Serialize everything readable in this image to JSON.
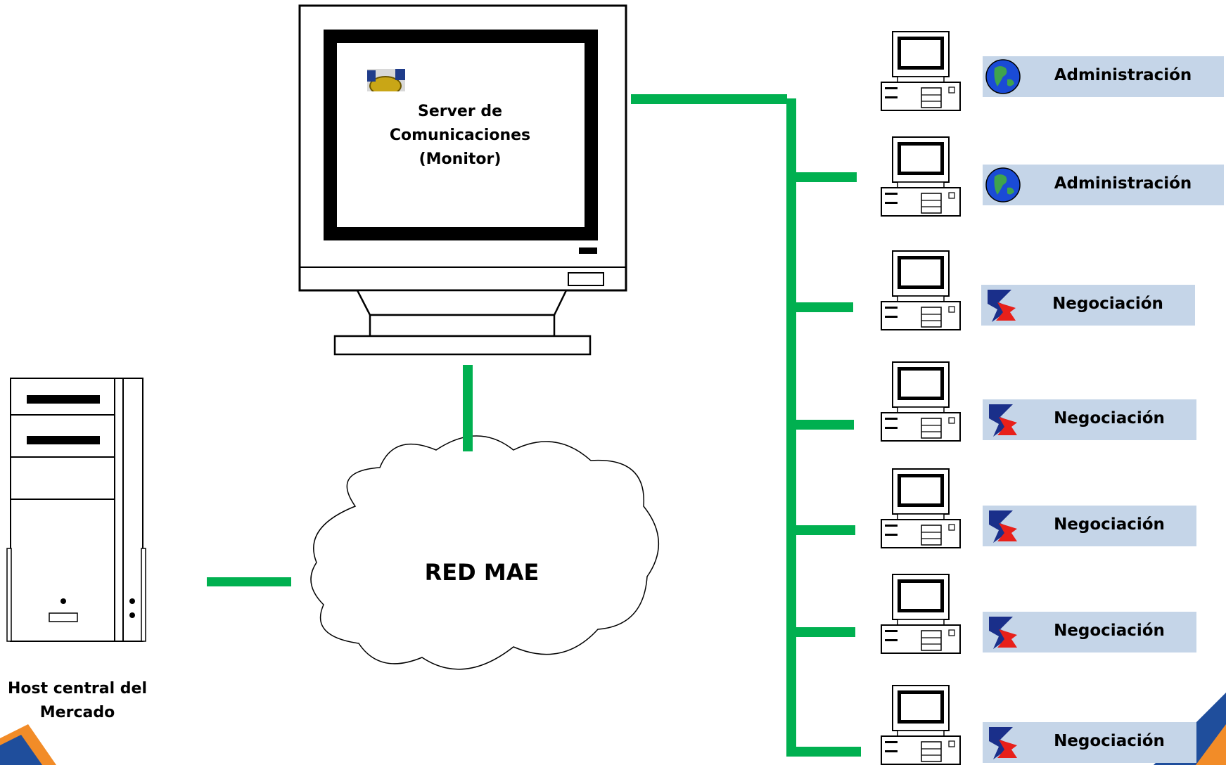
{
  "server": {
    "label_lines": [
      "Server de",
      "Comunicaciones",
      "(Monitor)"
    ]
  },
  "network": {
    "label": "RED MAE"
  },
  "host": {
    "label_lines": [
      "Host central del",
      "Mercado"
    ]
  },
  "workstations": [
    {
      "label": "Administración",
      "icon": "globe-icon"
    },
    {
      "label": "Administración",
      "icon": "globe-icon"
    },
    {
      "label": "Negociación",
      "icon": "negotiation-icon"
    },
    {
      "label": "Negociación",
      "icon": "negotiation-icon"
    },
    {
      "label": "Negociación",
      "icon": "negotiation-icon"
    },
    {
      "label": "Negociación",
      "icon": "negotiation-icon"
    },
    {
      "label": "Negociación",
      "icon": "negotiation-icon"
    }
  ],
  "colors": {
    "connector": "#00b050",
    "label_box": "#c5d5e8",
    "corner": "#1f4e9c",
    "corner_accent": "#f28c28"
  }
}
